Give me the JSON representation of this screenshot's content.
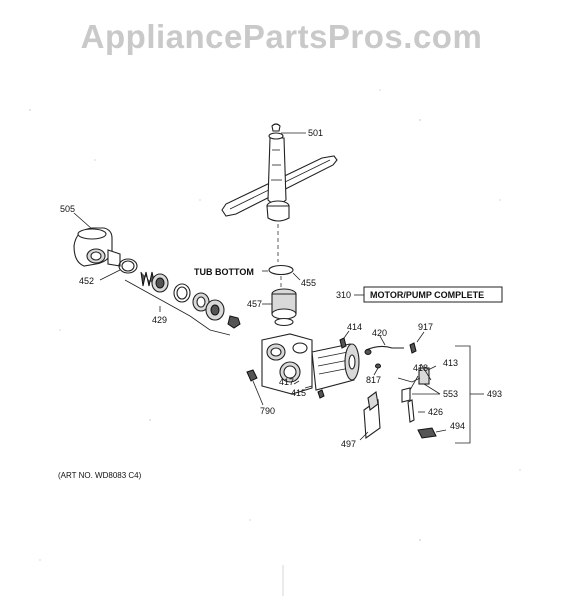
{
  "watermark": "AppliancePartsPros.com",
  "labels": {
    "p501": "501",
    "p505": "505",
    "p452": "452",
    "p429": "429",
    "tub_bottom": "TUB BOTTOM",
    "p455": "455",
    "p457": "457",
    "p310": "310",
    "motor_pump": "MOTOR/PUMP COMPLETE",
    "p414": "414",
    "p420": "420",
    "p917": "917",
    "p413": "413",
    "p418": "418",
    "p817": "817",
    "p553": "553",
    "p493": "493",
    "p417": "417",
    "p415": "415",
    "p426": "426",
    "p790": "790",
    "p494": "494",
    "p497": "497",
    "art_no": "(ART NO. WD8083 C4)"
  }
}
